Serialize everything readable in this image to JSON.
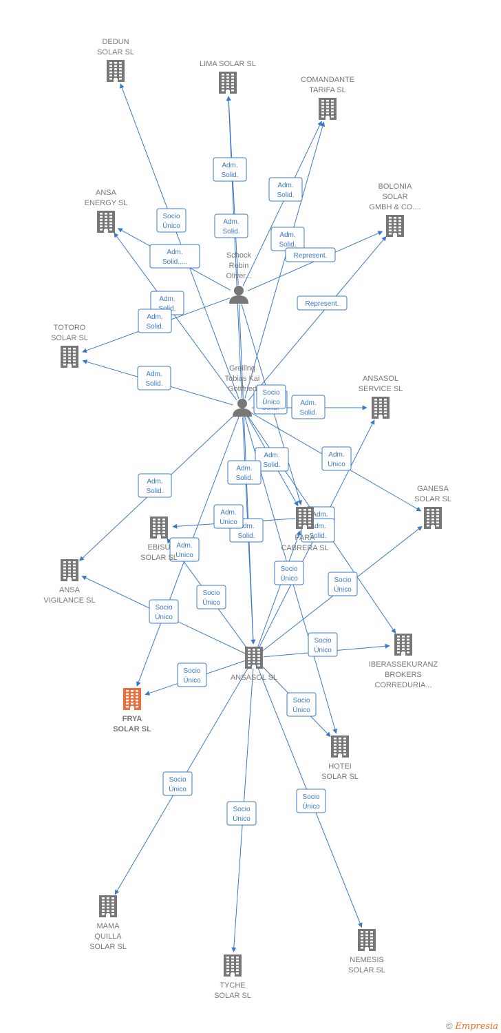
{
  "colors": {
    "edge": "#3a78c8",
    "company": "#777777",
    "highlight": "#f26b3a",
    "person": "#777777"
  },
  "nodes": [
    {
      "id": "dedun",
      "type": "company",
      "label": [
        "DEDUN",
        "SOLAR  SL"
      ]
    },
    {
      "id": "lima",
      "type": "company",
      "label": [
        "LIMA SOLAR SL"
      ]
    },
    {
      "id": "comandante",
      "type": "company",
      "label": [
        "COMANDANTE",
        "TARIFA  SL"
      ]
    },
    {
      "id": "ansaenergy",
      "type": "company",
      "label": [
        "ANSA",
        "ENERGY SL"
      ]
    },
    {
      "id": "bolonia",
      "type": "company",
      "label": [
        "BOLONIA",
        "SOLAR",
        "GMBH & CO...."
      ]
    },
    {
      "id": "schock",
      "type": "person",
      "label": [
        "Schock",
        "Robin",
        "Oliver..."
      ]
    },
    {
      "id": "totoro",
      "type": "company",
      "label": [
        "TOTORO",
        "SOLAR SL"
      ]
    },
    {
      "id": "greiling",
      "type": "person",
      "label": [
        "Greiling",
        "Tobias Kai",
        "Gottfried"
      ]
    },
    {
      "id": "ansasolservice",
      "type": "company",
      "label": [
        "ANSASOL",
        "SERVICE  SL"
      ]
    },
    {
      "id": "ganesa",
      "type": "company",
      "label": [
        "GANESA",
        "SOLAR  SL"
      ]
    },
    {
      "id": "ebisu",
      "type": "company",
      "label": [
        "EBISU",
        "SOLAR  SL"
      ]
    },
    {
      "id": "paracabrera",
      "type": "company",
      "label": [
        "PARA",
        "CABRERA SL"
      ]
    },
    {
      "id": "ansavigilance",
      "type": "company",
      "label": [
        "ANSA",
        "VIGILANCE  SL"
      ]
    },
    {
      "id": "ansasol",
      "type": "company",
      "label": [
        "ANSASOL SL"
      ]
    },
    {
      "id": "iberassekuranz",
      "type": "company",
      "label": [
        "IBERASSEKURANZ",
        "BROKERS",
        "CORREDURIA..."
      ]
    },
    {
      "id": "frya",
      "type": "company",
      "highlight": true,
      "label": [
        "FRYA",
        "SOLAR  SL"
      ]
    },
    {
      "id": "hotei",
      "type": "company",
      "label": [
        "HOTEI",
        "SOLAR  SL"
      ]
    },
    {
      "id": "mamaquilla",
      "type": "company",
      "label": [
        "MAMA",
        "QUILLA",
        "SOLAR  SL"
      ]
    },
    {
      "id": "tyche",
      "type": "company",
      "label": [
        "TYCHE",
        "SOLAR  SL"
      ]
    },
    {
      "id": "nemesis",
      "type": "company",
      "label": [
        "NEMESIS",
        "SOLAR  SL"
      ]
    }
  ],
  "edges": [
    {
      "from": "greiling",
      "to": "dedun",
      "label": [
        "Socio",
        "Único"
      ]
    },
    {
      "from": "schock",
      "to": "lima",
      "label": [
        "Adm.",
        "Solid."
      ]
    },
    {
      "from": "greiling",
      "to": "lima",
      "label": [
        "Adm.",
        "Solid."
      ]
    },
    {
      "from": "schock",
      "to": "comandante",
      "label": [
        "Adm.",
        "Solid."
      ]
    },
    {
      "from": "greiling",
      "to": "comandante",
      "label": [
        "Adm.",
        "Solid."
      ]
    },
    {
      "from": "schock",
      "to": "ansaenergy",
      "label": [
        "Adm.",
        "Solid.,..."
      ]
    },
    {
      "from": "greiling",
      "to": "ansaenergy",
      "label": [
        "Adm.",
        "Solid."
      ]
    },
    {
      "from": "schock",
      "to": "bolonia",
      "label": [
        "Represent."
      ]
    },
    {
      "from": "greiling",
      "to": "bolonia",
      "label": [
        "Represent."
      ]
    },
    {
      "from": "schock",
      "to": "totoro",
      "label": [
        "Adm.",
        "Solid."
      ]
    },
    {
      "from": "greiling",
      "to": "totoro",
      "label": [
        "Adm.",
        "Solid."
      ]
    },
    {
      "from": "greiling",
      "to": "ansasolservice",
      "label": [
        "Adm.",
        "Solid."
      ]
    },
    {
      "from": "schock",
      "to": "paracabrera",
      "label": [
        "Adm.",
        "Solid."
      ]
    },
    {
      "from": "greiling",
      "to": "paracabrera",
      "label": [
        "Adm.",
        "Solid."
      ]
    },
    {
      "from": "greiling",
      "to": "ganesa",
      "label": [
        "Adm.",
        "Unico"
      ]
    },
    {
      "from": "greiling",
      "to": "ansavigilance",
      "label": [
        "Adm.",
        "Unico"
      ]
    },
    {
      "from": "greiling",
      "to": "ansasol",
      "label": [
        "Adm.",
        "Solid."
      ]
    },
    {
      "from": "schock",
      "to": "ansasol",
      "label": [
        "Adm.",
        "Solid."
      ]
    },
    {
      "from": "greiling",
      "to": "frya",
      "label": [
        "Adm.",
        "Unico"
      ]
    },
    {
      "from": "greiling",
      "to": "iberassekuranz",
      "label": [
        "Adm.",
        "Solid."
      ]
    },
    {
      "from": "greiling",
      "to": "hotei",
      "label": [
        "Adm.",
        "Solid."
      ]
    },
    {
      "from": "paracabrera",
      "to": "ebisu",
      "label": [
        "Socio",
        "Único"
      ]
    },
    {
      "from": "ansasol",
      "to": "ansasolservice",
      "label": [
        "Adm.",
        "Unico"
      ]
    },
    {
      "from": "ansasol",
      "to": "ganesa",
      "label": [
        "Socio",
        "Único"
      ]
    },
    {
      "from": "ansasol",
      "to": "iberassekuranz",
      "label": [
        "Socio",
        "Único"
      ]
    },
    {
      "from": "ansasol",
      "to": "hotei",
      "label": [
        "Socio",
        "Único"
      ]
    },
    {
      "from": "ansasol",
      "to": "frya",
      "label": [
        "Socio",
        "Único"
      ]
    },
    {
      "from": "ansasol",
      "to": "ansavigilance",
      "label": [
        "Socio",
        "Único"
      ]
    },
    {
      "from": "ansasol",
      "to": "ebisu",
      "label": [
        "Socio",
        "Único"
      ]
    },
    {
      "from": "ansasol",
      "to": "paracabrera",
      "label": [
        "Socio",
        "Único"
      ]
    },
    {
      "from": "ansasol",
      "to": "mamaquilla",
      "label": [
        "Socio",
        "Único"
      ]
    },
    {
      "from": "ansasol",
      "to": "tyche",
      "label": [
        "Socio",
        "Único"
      ]
    },
    {
      "from": "ansasol",
      "to": "nemesis",
      "label": [
        "Socio",
        "Único"
      ]
    }
  ],
  "footer": {
    "copyright": "©",
    "brand": "Empresia"
  }
}
